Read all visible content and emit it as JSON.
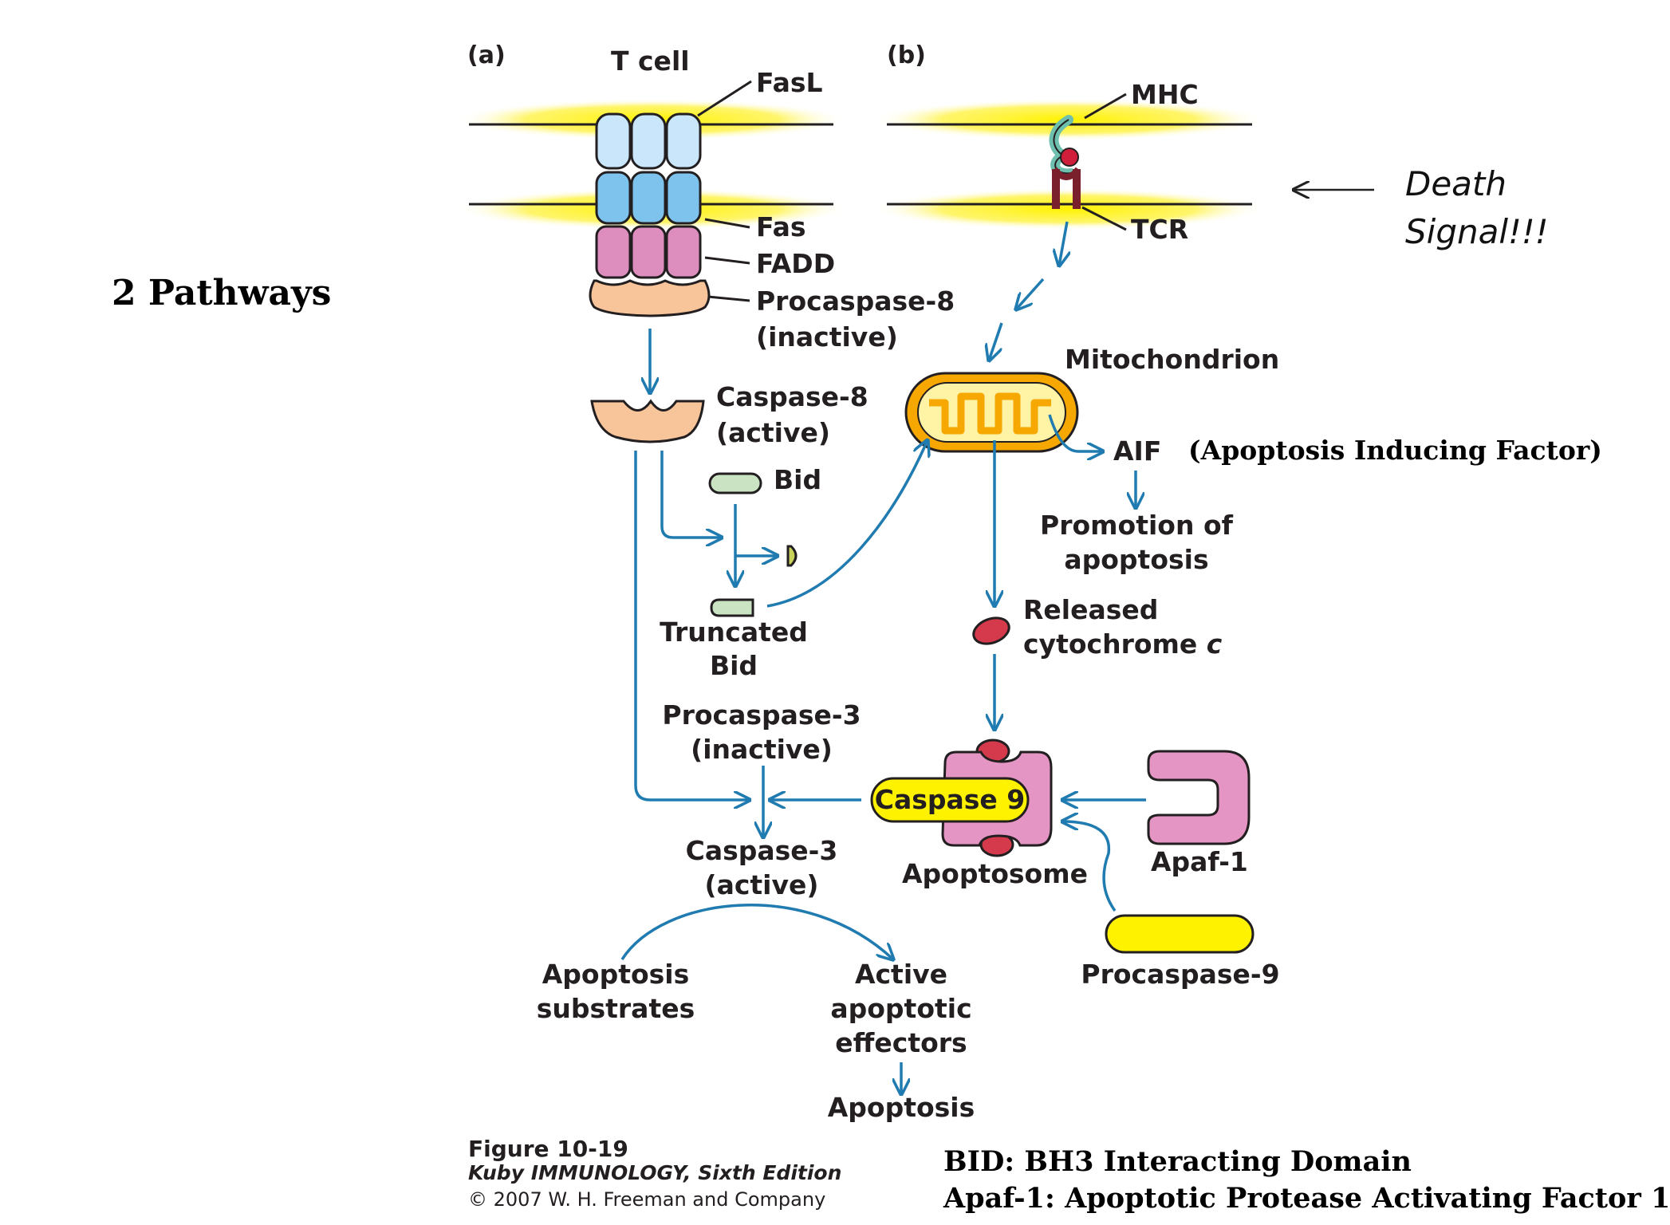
{
  "slide": {
    "pathways_label": "2 Pathways",
    "death_signal_line1": "Death",
    "death_signal_line2": "Signal!!!",
    "aif_expansion": "(Apoptosis Inducing Factor)",
    "bid_definition": "BID: BH3 Interacting Domain",
    "apaf_definition": "Apaf-1: Apoptotic Protease Activating Factor 1"
  },
  "diagram": {
    "panel_a": "(a)",
    "panel_b": "(b)",
    "t_cell": "T cell",
    "fasl": "FasL",
    "fas": "Fas",
    "fadd": "FADD",
    "procaspase8_line1": "Procaspase-8",
    "procaspase8_line2": "(inactive)",
    "caspase8_line1": "Caspase-8",
    "caspase8_line2": "(active)",
    "bid": "Bid",
    "truncated_bid_line1": "Truncated",
    "truncated_bid_line2": "Bid",
    "mhc": "MHC",
    "tcr": "TCR",
    "mitochondrion": "Mitochondrion",
    "aif": "AIF",
    "promotion_line1": "Promotion of",
    "promotion_line2": "apoptosis",
    "released_line1": "Released",
    "released_line2": "cytochrome ",
    "released_c": "c",
    "procaspase3_line1": "Procaspase-3",
    "procaspase3_line2": "(inactive)",
    "caspase9": "Caspase 9",
    "apaf1": "Apaf-1",
    "apoptosome": "Apoptosome",
    "caspase3_line1": "Caspase-3",
    "caspase3_line2": "(active)",
    "procaspase9": "Procaspase-9",
    "substrates_line1": "Apoptosis",
    "substrates_line2": "substrates",
    "effectors_line1": "Active",
    "effectors_line2": "apoptotic",
    "effectors_line3": "effectors",
    "apoptosis": "Apoptosis"
  },
  "caption": {
    "figure": "Figure 10-19",
    "book": "Kuby IMMUNOLOGY, Sixth Edition",
    "copyright": "© 2007 W. H. Freeman and Company"
  },
  "colors": {
    "arrow_blue": "#1f7bb0",
    "membrane_yellow": "#fff200",
    "fasl_blue": "#c9e6fa",
    "fas_blue": "#7ec3ee",
    "fadd_pink": "#de8dbf",
    "procaspase_peach": "#f8c49a",
    "apaf_pink": "#e495c4",
    "mito_orange": "#f6a800",
    "cytochrome_red": "#d43a4c",
    "bid_green": "#c9e3c3"
  }
}
